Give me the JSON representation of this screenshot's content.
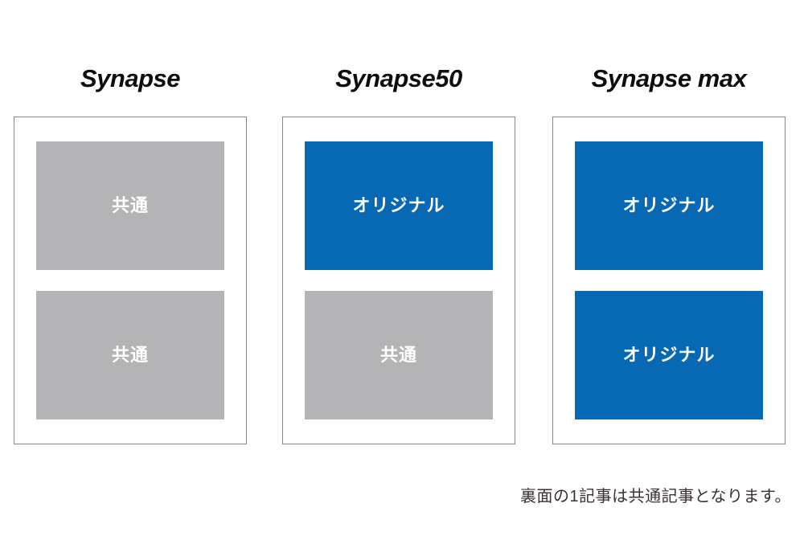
{
  "colors": {
    "common_bg": "#b4b4b6",
    "original_bg": "#0768b3",
    "card_border": "#8a8482",
    "title_text": "#0d0d0d",
    "slot_label_text": "#ffffff",
    "footnote_text": "#3a3230"
  },
  "columns": [
    {
      "title": "Synapse",
      "slots": [
        {
          "type": "common",
          "label": "共通"
        },
        {
          "type": "common",
          "label": "共通"
        }
      ]
    },
    {
      "title": "Synapse50",
      "slots": [
        {
          "type": "original",
          "label": "オリジナル"
        },
        {
          "type": "common",
          "label": "共通"
        }
      ]
    },
    {
      "title": "Synapse max",
      "slots": [
        {
          "type": "original",
          "label": "オリジナル"
        },
        {
          "type": "original",
          "label": "オリジナル"
        }
      ]
    }
  ],
  "footnote": "裏面の1記事は共通記事となります。"
}
